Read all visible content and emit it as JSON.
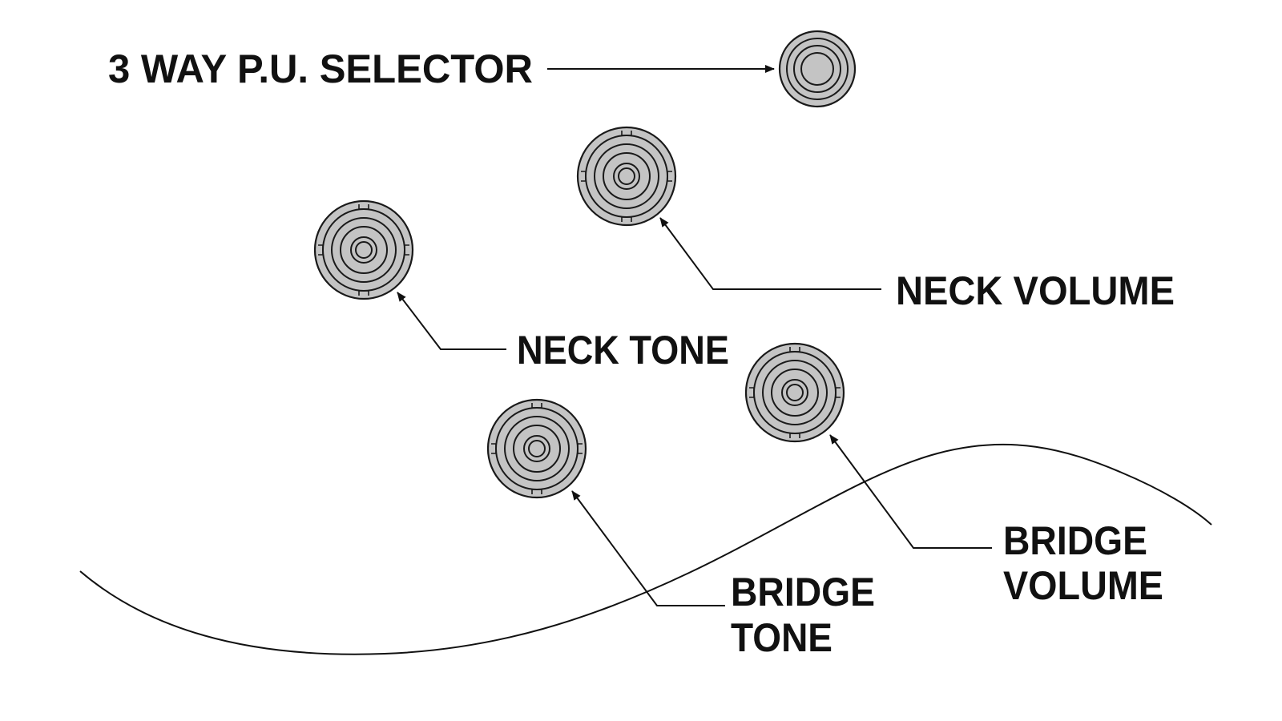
{
  "labels": {
    "selector": "3 WAY P.U. SELECTOR",
    "neck_volume": "NECK VOLUME",
    "neck_tone": "NECK TONE",
    "bridge_volume_line1": "BRIDGE",
    "bridge_volume_line2": "VOLUME",
    "bridge_tone_line1": "BRIDGE",
    "bridge_tone_line2": "TONE"
  },
  "colors": {
    "knob_fill": "#c4c4c4",
    "line": "#111111",
    "background": "#ffffff"
  },
  "icons": {
    "selector": "selector-switch-tip-icon",
    "control_knob": "control-knob-icon",
    "arrow": "arrow-head-icon"
  }
}
